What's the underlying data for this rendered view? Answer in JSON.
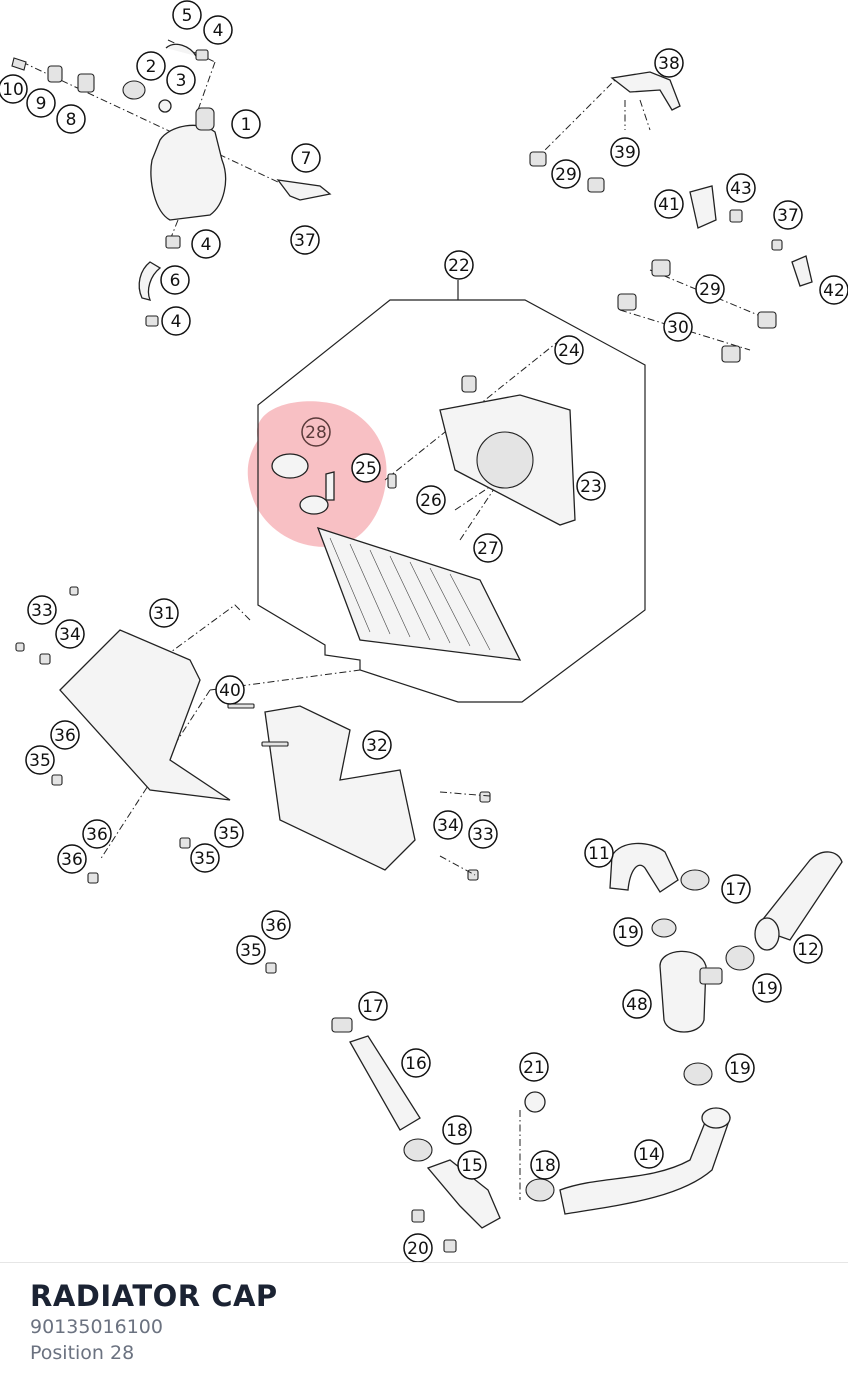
{
  "part": {
    "title": "RADIATOR CAP",
    "number": "90135016100",
    "position": "Position 28"
  },
  "highlight": {
    "color": "#e8303a",
    "callout": "28"
  },
  "callouts": [
    {
      "label": "5"
    },
    {
      "label": "4"
    },
    {
      "label": "2"
    },
    {
      "label": "3"
    },
    {
      "label": "10"
    },
    {
      "label": "9"
    },
    {
      "label": "8"
    },
    {
      "label": "1"
    },
    {
      "label": "7"
    },
    {
      "label": "37"
    },
    {
      "label": "4"
    },
    {
      "label": "6"
    },
    {
      "label": "4"
    },
    {
      "label": "38"
    },
    {
      "label": "39"
    },
    {
      "label": "29"
    },
    {
      "label": "41"
    },
    {
      "label": "43"
    },
    {
      "label": "37"
    },
    {
      "label": "29"
    },
    {
      "label": "42"
    },
    {
      "label": "30"
    },
    {
      "label": "22"
    },
    {
      "label": "24"
    },
    {
      "label": "28"
    },
    {
      "label": "25"
    },
    {
      "label": "23"
    },
    {
      "label": "26"
    },
    {
      "label": "27"
    },
    {
      "label": "33"
    },
    {
      "label": "34"
    },
    {
      "label": "31"
    },
    {
      "label": "40"
    },
    {
      "label": "36"
    },
    {
      "label": "35"
    },
    {
      "label": "32"
    },
    {
      "label": "34"
    },
    {
      "label": "33"
    },
    {
      "label": "36"
    },
    {
      "label": "35"
    },
    {
      "label": "36"
    },
    {
      "label": "35"
    },
    {
      "label": "11"
    },
    {
      "label": "17"
    },
    {
      "label": "19"
    },
    {
      "label": "12"
    },
    {
      "label": "36"
    },
    {
      "label": "35"
    },
    {
      "label": "19"
    },
    {
      "label": "48"
    },
    {
      "label": "17"
    },
    {
      "label": "16"
    },
    {
      "label": "21"
    },
    {
      "label": "19"
    },
    {
      "label": "18"
    },
    {
      "label": "14"
    },
    {
      "label": "15"
    },
    {
      "label": "18"
    },
    {
      "label": "20"
    }
  ]
}
